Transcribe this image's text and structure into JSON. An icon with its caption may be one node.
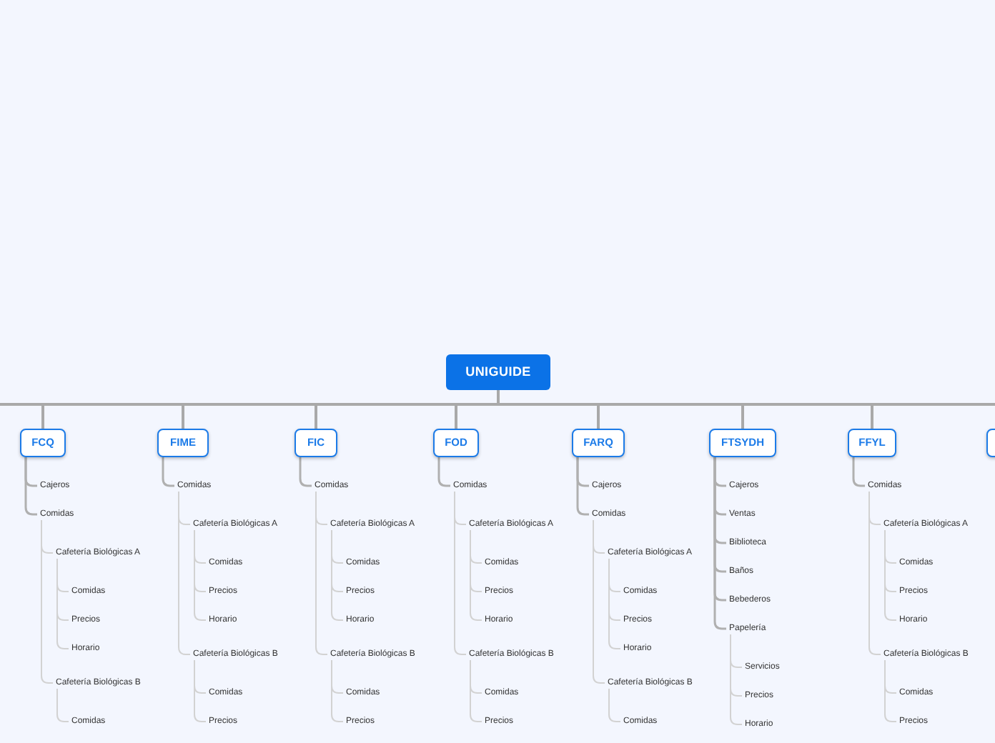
{
  "diagram": {
    "nodes": [
      {
        "text": [
          "UNIGUIDE"
        ]
      },
      {
        "text": [
          "FCQ"
        ]
      },
      {
        "text": [
          "Cajeros"
        ]
      },
      {
        "text": [
          "Comidas"
        ]
      },
      {
        "text": [
          "Cafetería Biológicas A"
        ]
      },
      {
        "text": [
          "Comidas"
        ]
      },
      {
        "text": [
          "Precios"
        ]
      },
      {
        "text": [
          "Horario"
        ]
      },
      {
        "text": [
          "Cafetería Biológicas B"
        ]
      },
      {
        "text": [
          "Comidas"
        ]
      },
      {
        "text": [
          "FIME"
        ]
      },
      {
        "text": [
          "Comidas"
        ]
      },
      {
        "text": [
          "Cafetería Biológicas A"
        ]
      },
      {
        "text": [
          "Comidas"
        ]
      },
      {
        "text": [
          "Precios"
        ]
      },
      {
        "text": [
          "Horario"
        ]
      },
      {
        "text": [
          "Cafetería Biológicas B"
        ]
      },
      {
        "text": [
          "Comidas"
        ]
      },
      {
        "text": [
          "Precios"
        ]
      },
      {
        "text": [
          "FIC"
        ]
      },
      {
        "text": [
          "Comidas"
        ]
      },
      {
        "text": [
          "Cafetería Biológicas A"
        ]
      },
      {
        "text": [
          "Comidas"
        ]
      },
      {
        "text": [
          "Precios"
        ]
      },
      {
        "text": [
          "Horario"
        ]
      },
      {
        "text": [
          "Cafetería Biológicas B"
        ]
      },
      {
        "text": [
          "Comidas"
        ]
      },
      {
        "text": [
          "Precios"
        ]
      },
      {
        "text": [
          "FOD"
        ]
      },
      {
        "text": [
          "Comidas"
        ]
      },
      {
        "text": [
          "Cafetería Biológicas A"
        ]
      },
      {
        "text": [
          "Comidas"
        ]
      },
      {
        "text": [
          "Precios"
        ]
      },
      {
        "text": [
          "Horario"
        ]
      },
      {
        "text": [
          "Cafetería Biológicas B"
        ]
      },
      {
        "text": [
          "Comidas"
        ]
      },
      {
        "text": [
          "Precios"
        ]
      },
      {
        "text": [
          "FARQ"
        ]
      },
      {
        "text": [
          "Cajeros"
        ]
      },
      {
        "text": [
          "Comidas"
        ]
      },
      {
        "text": [
          "Cafetería Biológicas A"
        ]
      },
      {
        "text": [
          "Comidas"
        ]
      },
      {
        "text": [
          "Precios"
        ]
      },
      {
        "text": [
          "Horario"
        ]
      },
      {
        "text": [
          "Cafetería Biológicas B"
        ]
      },
      {
        "text": [
          "Comidas"
        ]
      },
      {
        "text": [
          "FTSYDH"
        ]
      },
      {
        "text": [
          "Cajeros"
        ]
      },
      {
        "text": [
          "Ventas"
        ]
      },
      {
        "text": [
          "Biblioteca"
        ]
      },
      {
        "text": [
          "Baños"
        ]
      },
      {
        "text": [
          "Bebederos"
        ]
      },
      {
        "text": [
          "Papelería"
        ]
      },
      {
        "text": [
          "Servicios"
        ]
      },
      {
        "text": [
          "Precios"
        ]
      },
      {
        "text": [
          "Horario"
        ]
      },
      {
        "text": [
          "FFYL"
        ]
      },
      {
        "text": [
          "Comidas"
        ]
      },
      {
        "text": [
          "Cafetería Biológicas A"
        ]
      },
      {
        "text": [
          "Comidas"
        ]
      },
      {
        "text": [
          "Precios"
        ]
      },
      {
        "text": [
          "Horario"
        ]
      },
      {
        "text": [
          "Cafetería Biológicas B"
        ]
      },
      {
        "text": [
          "Comidas"
        ]
      },
      {
        "text": [
          "Precios"
        ]
      },
      {
        "text": [],
        "shape": "box"
      }
    ],
    "edges": [
      {
        "from": 0,
        "to": null,
        "arrow": "none"
      },
      {
        "from": 0,
        "to": 1,
        "arrow": "none"
      },
      {
        "from": 0,
        "to": 10,
        "arrow": "none"
      },
      {
        "from": 0,
        "to": 19,
        "arrow": "none"
      },
      {
        "from": 0,
        "to": 28,
        "arrow": "none"
      },
      {
        "from": 0,
        "to": 37,
        "arrow": "none"
      },
      {
        "from": 0,
        "to": 46,
        "arrow": "none"
      },
      {
        "from": 0,
        "to": 56,
        "arrow": "none"
      },
      {
        "from": 0,
        "to": 65,
        "arrow": "none"
      },
      {
        "from": 1,
        "to": 2,
        "arrow": "none"
      },
      {
        "from": 1,
        "to": 3,
        "arrow": "none"
      },
      {
        "from": 3,
        "to": 4,
        "arrow": "none"
      },
      {
        "from": 4,
        "to": 5,
        "arrow": "none"
      },
      {
        "from": 4,
        "to": 6,
        "arrow": "none"
      },
      {
        "from": 4,
        "to": 7,
        "arrow": "none"
      },
      {
        "from": 3,
        "to": 8,
        "arrow": "none"
      },
      {
        "from": 8,
        "to": 9,
        "arrow": "none"
      },
      {
        "from": 10,
        "to": 11,
        "arrow": "none"
      },
      {
        "from": 11,
        "to": 12,
        "arrow": "none"
      },
      {
        "from": 12,
        "to": 13,
        "arrow": "none"
      },
      {
        "from": 12,
        "to": 14,
        "arrow": "none"
      },
      {
        "from": 12,
        "to": 15,
        "arrow": "none"
      },
      {
        "from": 11,
        "to": 16,
        "arrow": "none"
      },
      {
        "from": 16,
        "to": 17,
        "arrow": "none"
      },
      {
        "from": 16,
        "to": 18,
        "arrow": "none"
      },
      {
        "from": 19,
        "to": 20,
        "arrow": "none"
      },
      {
        "from": 20,
        "to": 21,
        "arrow": "none"
      },
      {
        "from": 21,
        "to": 22,
        "arrow": "none"
      },
      {
        "from": 21,
        "to": 23,
        "arrow": "none"
      },
      {
        "from": 21,
        "to": 24,
        "arrow": "none"
      },
      {
        "from": 20,
        "to": 25,
        "arrow": "none"
      },
      {
        "from": 25,
        "to": 26,
        "arrow": "none"
      },
      {
        "from": 25,
        "to": 27,
        "arrow": "none"
      },
      {
        "from": 28,
        "to": 29,
        "arrow": "none"
      },
      {
        "from": 29,
        "to": 30,
        "arrow": "none"
      },
      {
        "from": 30,
        "to": 31,
        "arrow": "none"
      },
      {
        "from": 30,
        "to": 32,
        "arrow": "none"
      },
      {
        "from": 30,
        "to": 33,
        "arrow": "none"
      },
      {
        "from": 29,
        "to": 34,
        "arrow": "none"
      },
      {
        "from": 34,
        "to": 35,
        "arrow": "none"
      },
      {
        "from": 34,
        "to": 36,
        "arrow": "none"
      },
      {
        "from": 37,
        "to": 38,
        "arrow": "none"
      },
      {
        "from": 37,
        "to": 39,
        "arrow": "none"
      },
      {
        "from": 39,
        "to": 40,
        "arrow": "none"
      },
      {
        "from": 40,
        "to": 41,
        "arrow": "none"
      },
      {
        "from": 40,
        "to": 42,
        "arrow": "none"
      },
      {
        "from": 40,
        "to": 43,
        "arrow": "none"
      },
      {
        "from": 39,
        "to": 44,
        "arrow": "none"
      },
      {
        "from": 44,
        "to": 45,
        "arrow": "none"
      },
      {
        "from": 46,
        "to": 47,
        "arrow": "none"
      },
      {
        "from": 46,
        "to": 48,
        "arrow": "none"
      },
      {
        "from": 46,
        "to": 49,
        "arrow": "none"
      },
      {
        "from": 46,
        "to": 50,
        "arrow": "none"
      },
      {
        "from": 46,
        "to": 51,
        "arrow": "none"
      },
      {
        "from": 46,
        "to": 52,
        "arrow": "none"
      },
      {
        "from": 52,
        "to": 53,
        "arrow": "none"
      },
      {
        "from": 52,
        "to": 54,
        "arrow": "none"
      },
      {
        "from": 52,
        "to": 55,
        "arrow": "none"
      },
      {
        "from": 56,
        "to": 57,
        "arrow": "none"
      },
      {
        "from": 57,
        "to": 58,
        "arrow": "none"
      },
      {
        "from": 58,
        "to": 59,
        "arrow": "none"
      },
      {
        "from": 58,
        "to": 60,
        "arrow": "none"
      },
      {
        "from": 58,
        "to": 61,
        "arrow": "none"
      },
      {
        "from": 57,
        "to": 62,
        "arrow": "none"
      },
      {
        "from": 62,
        "to": 63,
        "arrow": "none"
      },
      {
        "from": 62,
        "to": 64,
        "arrow": "none"
      }
    ]
  }
}
